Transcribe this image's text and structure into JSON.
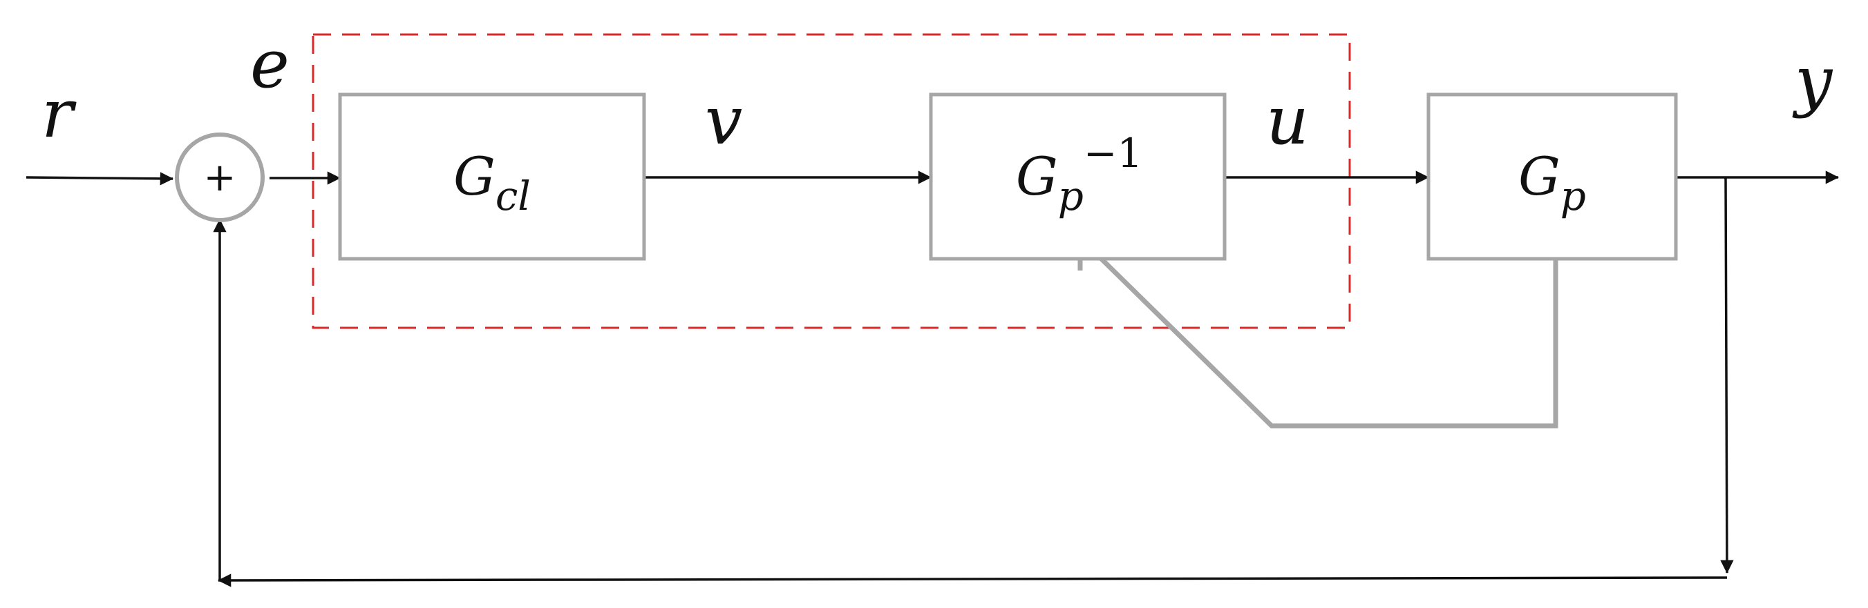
{
  "signals": {
    "r": "r",
    "e": "e",
    "v": "v",
    "u": "u",
    "y": "y"
  },
  "summing_junction": {
    "sign": "+"
  },
  "blocks": {
    "closed_loop": {
      "base": "G",
      "sub": "cl"
    },
    "inverse_plant": {
      "base": "G",
      "sub": "p",
      "sup": "−1"
    },
    "plant": {
      "base": "G",
      "sub": "p"
    }
  },
  "colors": {
    "wire": "#111111",
    "block_border": "#a6a6a6",
    "dashed_region": "#d92a2a"
  }
}
